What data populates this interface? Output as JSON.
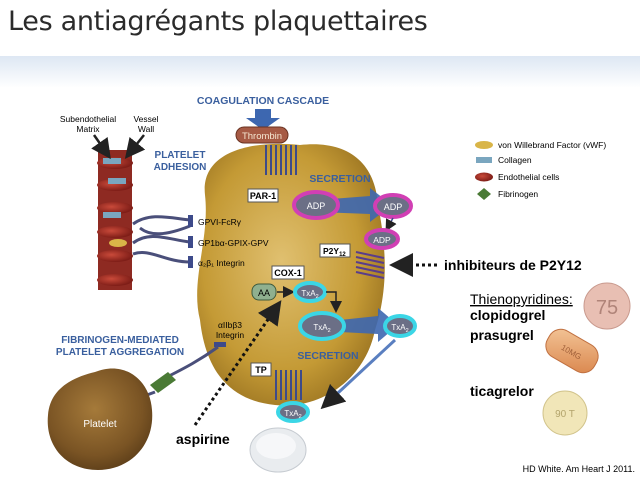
{
  "title": "Les antiagrégants plaquettaires",
  "diagram": {
    "coagulation_cascade": "COAGULATION CASCADE",
    "thrombin": "Thrombin",
    "subendothelial_matrix": [
      "Subendothelial",
      "Matrix"
    ],
    "vessel_wall": [
      "Vessel",
      "Wall"
    ],
    "platelet_adhesion": [
      "PLATELET",
      "ADHESION"
    ],
    "par1": "PAR-1",
    "secretion_top": "SECRETION",
    "secretion_bottom": "SECRETION",
    "adp": "ADP",
    "p2y12": "P2Y",
    "p2y12_sub": "12",
    "cox1": "COX-1",
    "aa": "AA",
    "txa2": "TxA",
    "txa2_sub": "2",
    "tp": "TP",
    "gpvi": "GPVI-FcRγ",
    "gp1ba": "GP1bα-GPIX-GPV",
    "a2b1": "α₂β₁ Integrin",
    "aiib3": [
      "αIIbβ3",
      "Integrin"
    ],
    "fibrinogen_mediated": [
      "FIBRINOGEN-MEDIATED",
      "PLATELET AGGREGATION"
    ],
    "platelet": "Platelet"
  },
  "legend": [
    {
      "label": "von Willebrand Factor (vWF)",
      "color": "#d9b548"
    },
    {
      "label": "Collagen",
      "color": "#7aa6bf"
    },
    {
      "label": "Endothelial cells",
      "color": "#a8322a"
    },
    {
      "label": "Fibrinogen",
      "color": "#4a7a35"
    }
  ],
  "annotations": {
    "inhibitors_p2y12": "inhibiteurs de P2Y12",
    "thienopyridines": "Thienopyridines:",
    "clopidogrel": "clopidogrel",
    "prasugrel": "prasugrel",
    "ticagrelor": "ticagrelor",
    "aspirine": "aspirine",
    "source": "HD White. Am Heart J 2011."
  },
  "pills": {
    "clopidogrel_mark": "75",
    "prasugrel_mark": "10MG",
    "ticagrelor_mark": "90 T"
  },
  "colors": {
    "platelet_body": "#c9a23e",
    "arrow_blue": "#3d67b0",
    "label_blue": "#3a5f9e",
    "magenta": "#d13fb4",
    "cyan": "#3bd6e6",
    "adp_fill": "#6b6f86"
  }
}
